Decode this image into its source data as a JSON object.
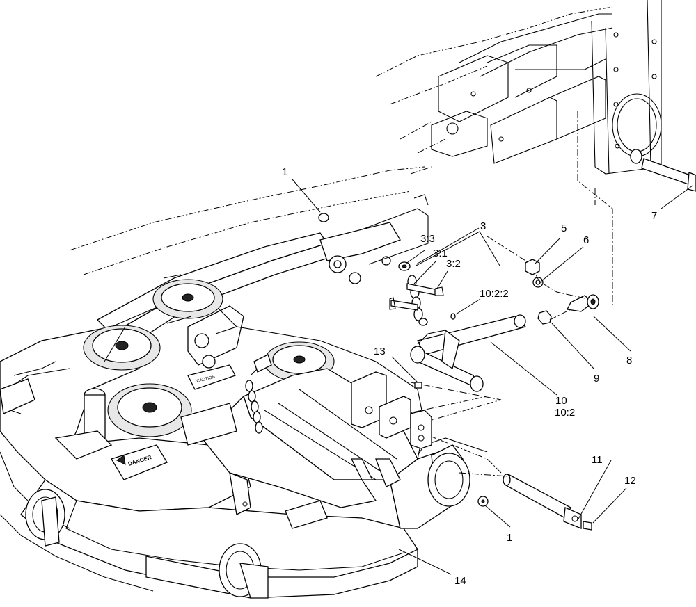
{
  "callouts": [
    {
      "id": "c1a",
      "text": "1"
    },
    {
      "id": "c1b",
      "text": "1"
    },
    {
      "id": "c3",
      "text": "3"
    },
    {
      "id": "c33",
      "text": "3:3"
    },
    {
      "id": "c31",
      "text": "3:1"
    },
    {
      "id": "c32",
      "text": "3:2"
    },
    {
      "id": "c5",
      "text": "5"
    },
    {
      "id": "c6",
      "text": "6"
    },
    {
      "id": "c7",
      "text": "7"
    },
    {
      "id": "c8",
      "text": "8"
    },
    {
      "id": "c9",
      "text": "9"
    },
    {
      "id": "c10",
      "text": "10"
    },
    {
      "id": "c102",
      "text": "10:2"
    },
    {
      "id": "c1022",
      "text": "10:2:2"
    },
    {
      "id": "c11",
      "text": "11"
    },
    {
      "id": "c12",
      "text": "12"
    },
    {
      "id": "c13",
      "text": "13"
    },
    {
      "id": "c14",
      "text": "14"
    }
  ],
  "decals": {
    "danger": "DANGER",
    "caution": "CAUTION"
  }
}
